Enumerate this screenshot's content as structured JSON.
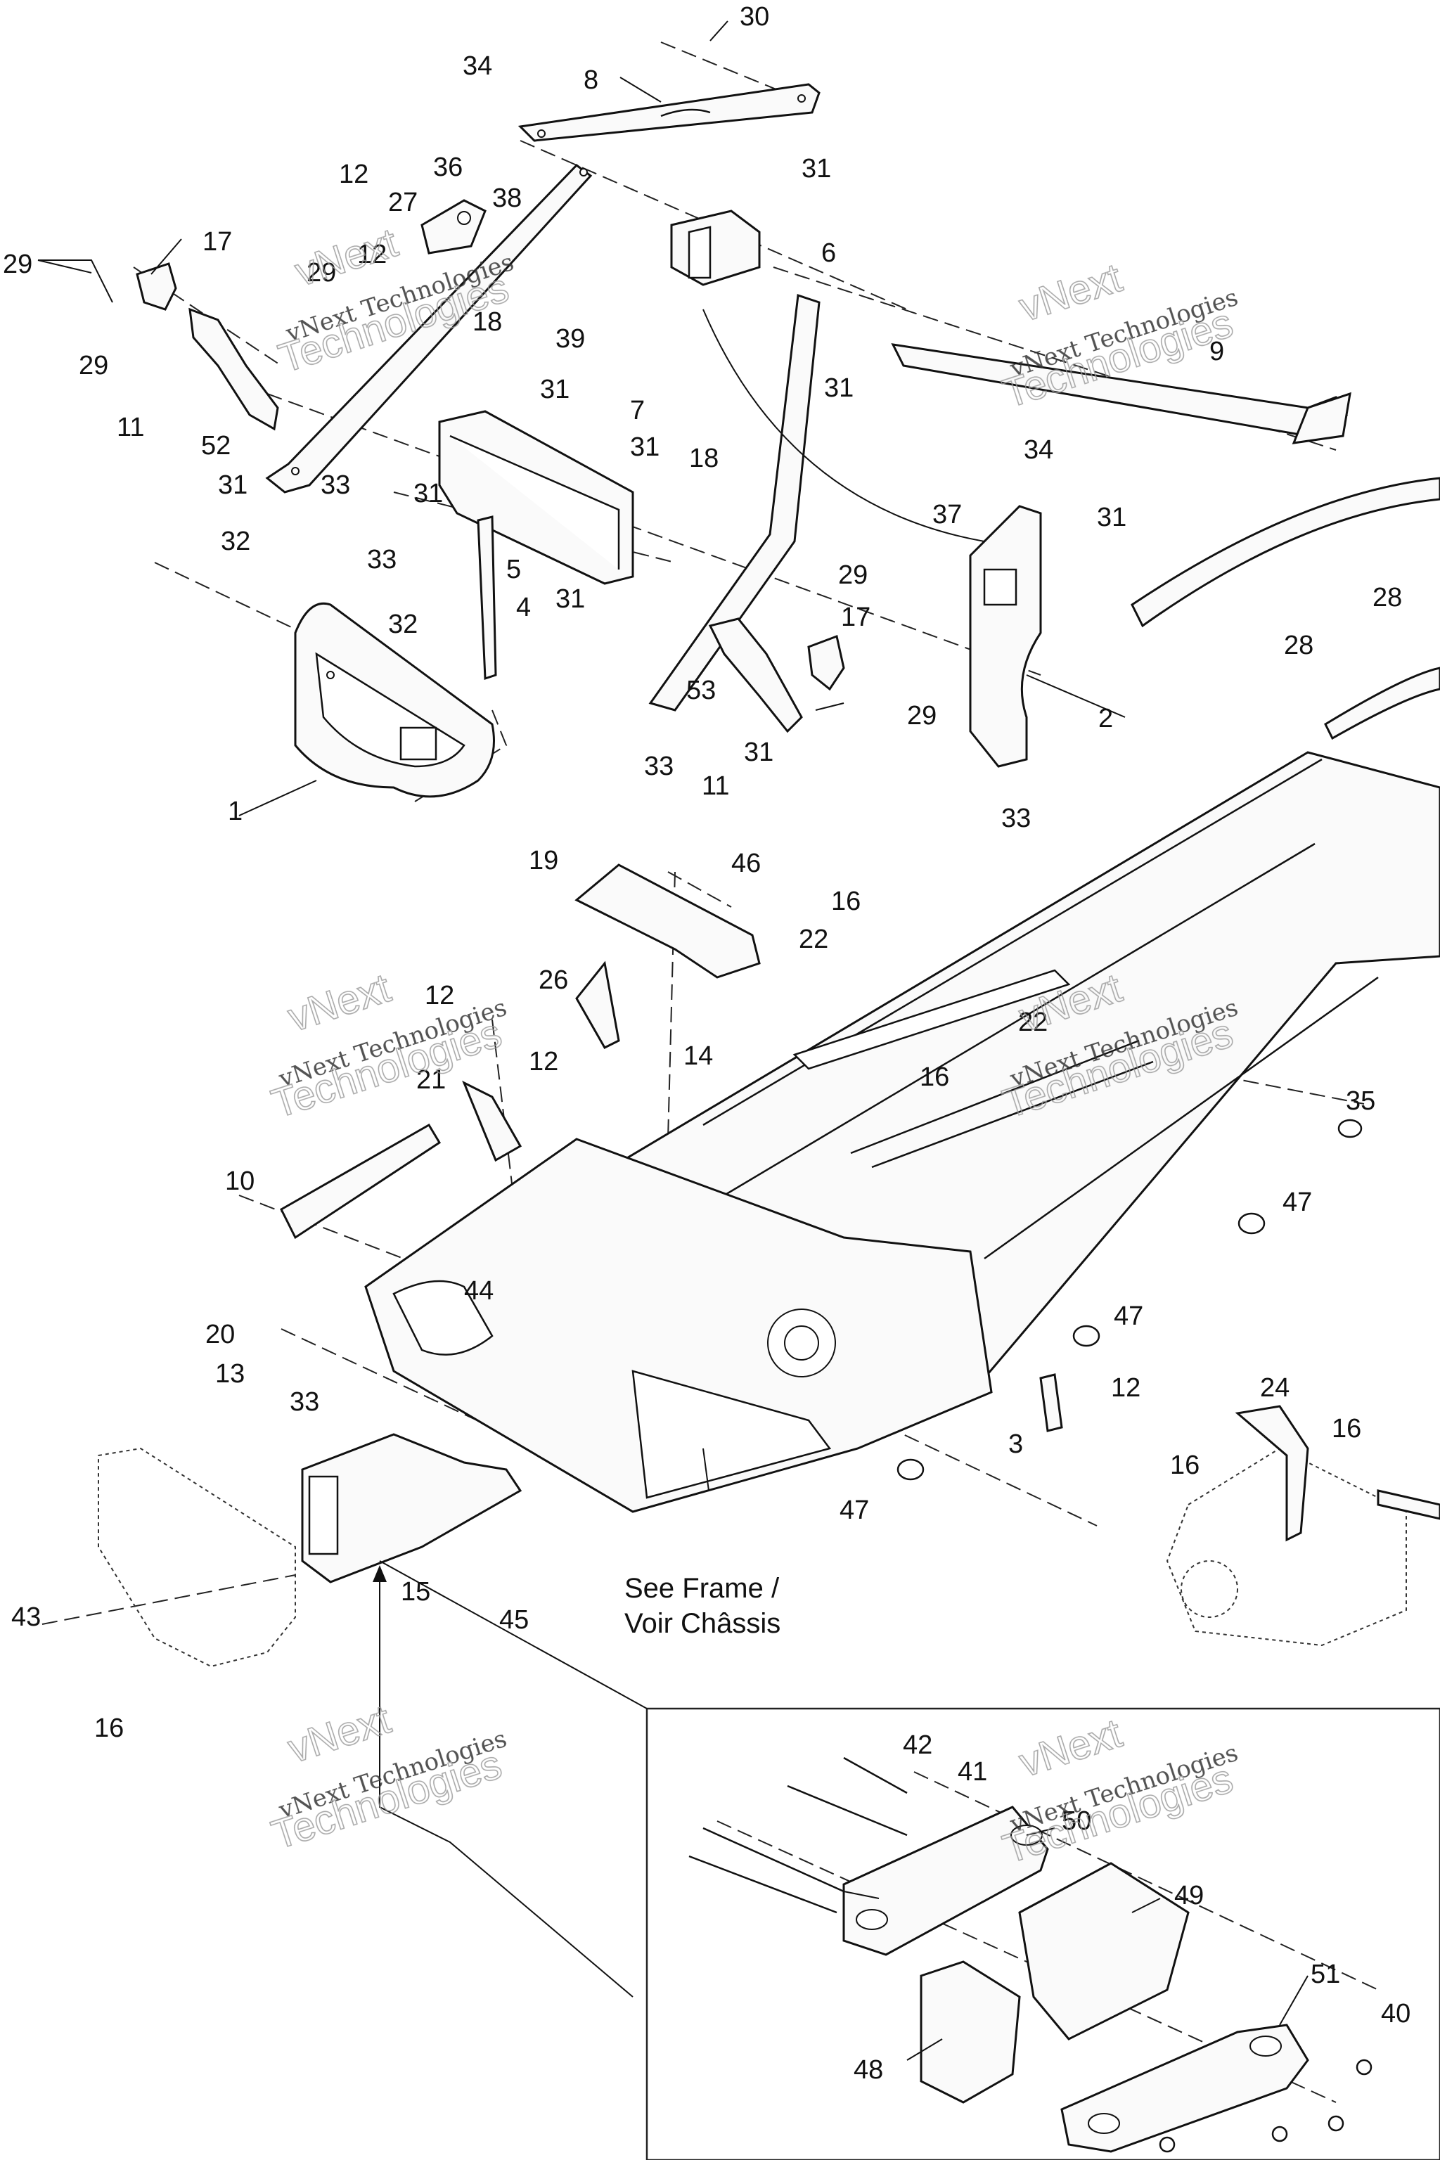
{
  "callouts": [
    {
      "id": "c30",
      "text": "30"
    },
    {
      "id": "c34a",
      "text": "34"
    },
    {
      "id": "c8",
      "text": "8"
    },
    {
      "id": "c12a",
      "text": "12"
    },
    {
      "id": "c36",
      "text": "36"
    },
    {
      "id": "c27",
      "text": "27"
    },
    {
      "id": "c38",
      "text": "38"
    },
    {
      "id": "c31a",
      "text": "31"
    },
    {
      "id": "c12b",
      "text": "12"
    },
    {
      "id": "c6",
      "text": "6"
    },
    {
      "id": "c29a",
      "text": "29"
    },
    {
      "id": "c17a",
      "text": "17"
    },
    {
      "id": "c29b",
      "text": "29"
    },
    {
      "id": "c18a",
      "text": "18"
    },
    {
      "id": "c39",
      "text": "39"
    },
    {
      "id": "c31b",
      "text": "31"
    },
    {
      "id": "c9",
      "text": "9"
    },
    {
      "id": "c29c",
      "text": "29"
    },
    {
      "id": "c11a",
      "text": "11"
    },
    {
      "id": "c52",
      "text": "52"
    },
    {
      "id": "c31c",
      "text": "31"
    },
    {
      "id": "c7",
      "text": "7"
    },
    {
      "id": "c31d",
      "text": "31"
    },
    {
      "id": "c34b",
      "text": "34"
    },
    {
      "id": "c31e",
      "text": "31"
    },
    {
      "id": "c33a",
      "text": "33"
    },
    {
      "id": "c18b",
      "text": "18"
    },
    {
      "id": "c31f",
      "text": "31"
    },
    {
      "id": "c37",
      "text": "37"
    },
    {
      "id": "c31g",
      "text": "31"
    },
    {
      "id": "c32a",
      "text": "32"
    },
    {
      "id": "c33b",
      "text": "33"
    },
    {
      "id": "c5",
      "text": "5"
    },
    {
      "id": "c29d",
      "text": "29"
    },
    {
      "id": "c28a",
      "text": "28"
    },
    {
      "id": "c31h",
      "text": "31"
    },
    {
      "id": "c4",
      "text": "4"
    },
    {
      "id": "c17b",
      "text": "17"
    },
    {
      "id": "c28b",
      "text": "28"
    },
    {
      "id": "c32b",
      "text": "32"
    },
    {
      "id": "c53",
      "text": "53"
    },
    {
      "id": "c29e",
      "text": "29"
    },
    {
      "id": "c2",
      "text": "2"
    },
    {
      "id": "c31i",
      "text": "31"
    },
    {
      "id": "c33c",
      "text": "33"
    },
    {
      "id": "c11b",
      "text": "11"
    },
    {
      "id": "c1",
      "text": "1"
    },
    {
      "id": "c33d",
      "text": "33"
    },
    {
      "id": "c19",
      "text": "19"
    },
    {
      "id": "c46",
      "text": "46"
    },
    {
      "id": "c16a",
      "text": "16"
    },
    {
      "id": "c22a",
      "text": "22"
    },
    {
      "id": "c26",
      "text": "26"
    },
    {
      "id": "c12c",
      "text": "12"
    },
    {
      "id": "c22b",
      "text": "22"
    },
    {
      "id": "c14",
      "text": "14"
    },
    {
      "id": "c12d",
      "text": "12"
    },
    {
      "id": "c16b",
      "text": "16"
    },
    {
      "id": "c21",
      "text": "21"
    },
    {
      "id": "c35",
      "text": "35"
    },
    {
      "id": "c10",
      "text": "10"
    },
    {
      "id": "c47a",
      "text": "47"
    },
    {
      "id": "c44",
      "text": "44"
    },
    {
      "id": "c47b",
      "text": "47"
    },
    {
      "id": "c20",
      "text": "20"
    },
    {
      "id": "c12e",
      "text": "12"
    },
    {
      "id": "c13",
      "text": "13"
    },
    {
      "id": "c24",
      "text": "24"
    },
    {
      "id": "c33e",
      "text": "33"
    },
    {
      "id": "c16c",
      "text": "16"
    },
    {
      "id": "c3",
      "text": "3"
    },
    {
      "id": "c16d",
      "text": "16"
    },
    {
      "id": "c47c",
      "text": "47"
    },
    {
      "id": "c15",
      "text": "15"
    },
    {
      "id": "c45",
      "text": "45"
    },
    {
      "id": "c43",
      "text": "43"
    },
    {
      "id": "c16e",
      "text": "16"
    },
    {
      "id": "c42",
      "text": "42"
    },
    {
      "id": "c41",
      "text": "41"
    },
    {
      "id": "c50",
      "text": "50"
    },
    {
      "id": "c49",
      "text": "49"
    },
    {
      "id": "c51",
      "text": "51"
    },
    {
      "id": "c40",
      "text": "40"
    },
    {
      "id": "c48",
      "text": "48"
    }
  ],
  "caption": {
    "line1": "See Frame /",
    "line2": "Voir Châssis"
  },
  "watermark": {
    "brand": "vNext",
    "company": "Technologies",
    "full": "vNext Technologies"
  }
}
